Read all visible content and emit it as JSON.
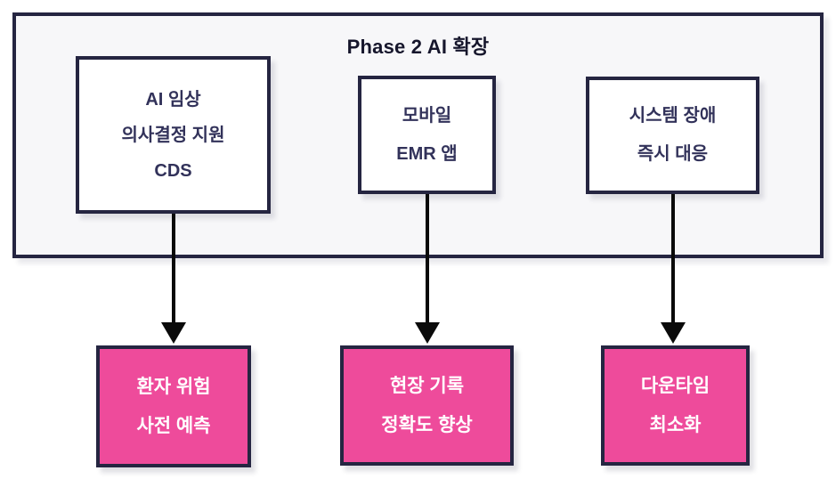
{
  "diagram": {
    "title": "Phase 2 AI 확장",
    "phase_items": [
      {
        "lines": [
          "AI 임상",
          "의사결정 지원",
          "CDS"
        ]
      },
      {
        "lines": [
          "모바일",
          "EMR 앱"
        ]
      },
      {
        "lines": [
          "시스템 장애",
          "즉시 대응"
        ]
      }
    ],
    "outcomes": [
      {
        "lines": [
          "환자 위험",
          "사전 예측"
        ]
      },
      {
        "lines": [
          "현장 기록",
          "정확도 향상"
        ]
      },
      {
        "lines": [
          "다운타임",
          "최소화"
        ]
      }
    ],
    "colors": {
      "border_navy": "#252541",
      "container_fill": "#f7f7f9",
      "node_fill": "#ffffff",
      "node_text": "#32325a",
      "title_text": "#16162c",
      "accent_pink": "#ee4b9b",
      "outcome_text": "#ffffff",
      "arrow_black": "#0a0a0a"
    }
  }
}
